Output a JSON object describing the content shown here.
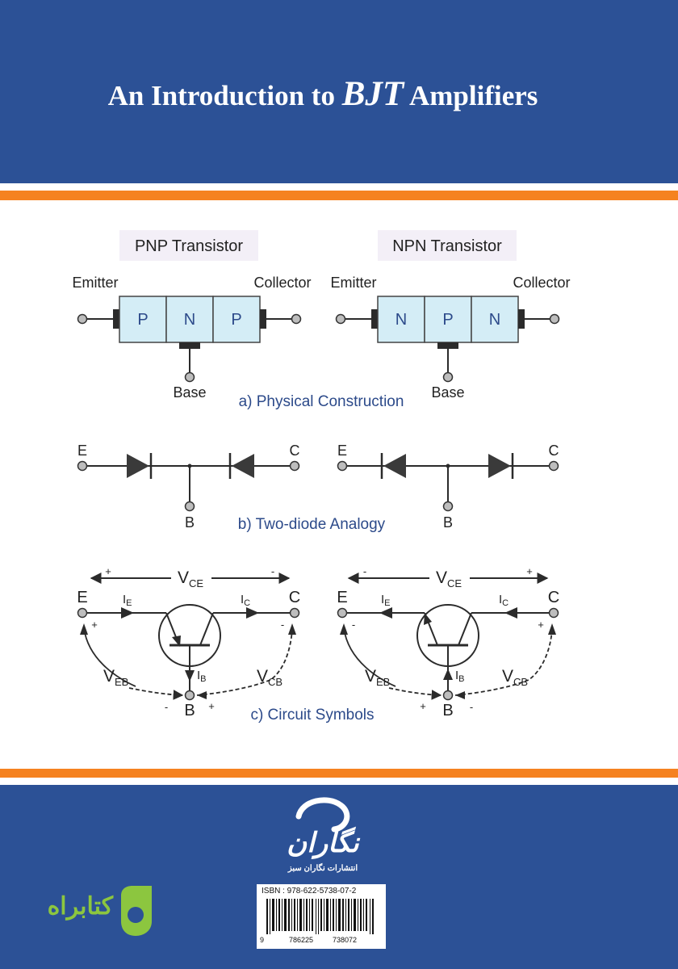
{
  "cover": {
    "title_prefix": "An Introduction to",
    "title_bjt": "BJT",
    "title_suffix": "Amplifiers",
    "colors": {
      "band": "#2c5196",
      "orange": "#f58220",
      "ink": "#2b2b2b",
      "caption": "#2c4a8a",
      "block_fill": "#d4edf6",
      "logo_green": "#8cc63f"
    }
  },
  "construction": {
    "pnp_heading": "PNP Transistor",
    "npn_heading": "NPN Transistor",
    "emitter_label": "Emitter",
    "collector_label": "Collector",
    "base_label": "Base",
    "pnp_layers": [
      "P",
      "N",
      "P"
    ],
    "npn_layers": [
      "N",
      "P",
      "N"
    ],
    "caption": "a) Physical Construction"
  },
  "diodes": {
    "e_label": "E",
    "c_label": "C",
    "b_label": "B",
    "caption": "b) Two-diode Analogy"
  },
  "symbols": {
    "vce_v": "V",
    "vce_sub": "CE",
    "veb_v": "V",
    "veb_sub": "EB",
    "vcb_v": "V",
    "vcb_sub": "CB",
    "ie_i": "I",
    "ie_sub": "E",
    "ic_i": "I",
    "ic_sub": "C",
    "ib_i": "I",
    "ib_sub": "B",
    "e_label": "E",
    "c_label": "C",
    "b_label": "B",
    "plus": "+",
    "minus": "-",
    "caption": "c) Circuit Symbols"
  },
  "publisher": {
    "logo_text": "نگاران",
    "name": "انتشارات نگاران سبز",
    "isbn": "ISBN : 978-622-5738-07-2",
    "barcode_d1": "9",
    "barcode_d2": "786225",
    "barcode_d3": "738072"
  },
  "store": {
    "name": "کتابراه"
  }
}
